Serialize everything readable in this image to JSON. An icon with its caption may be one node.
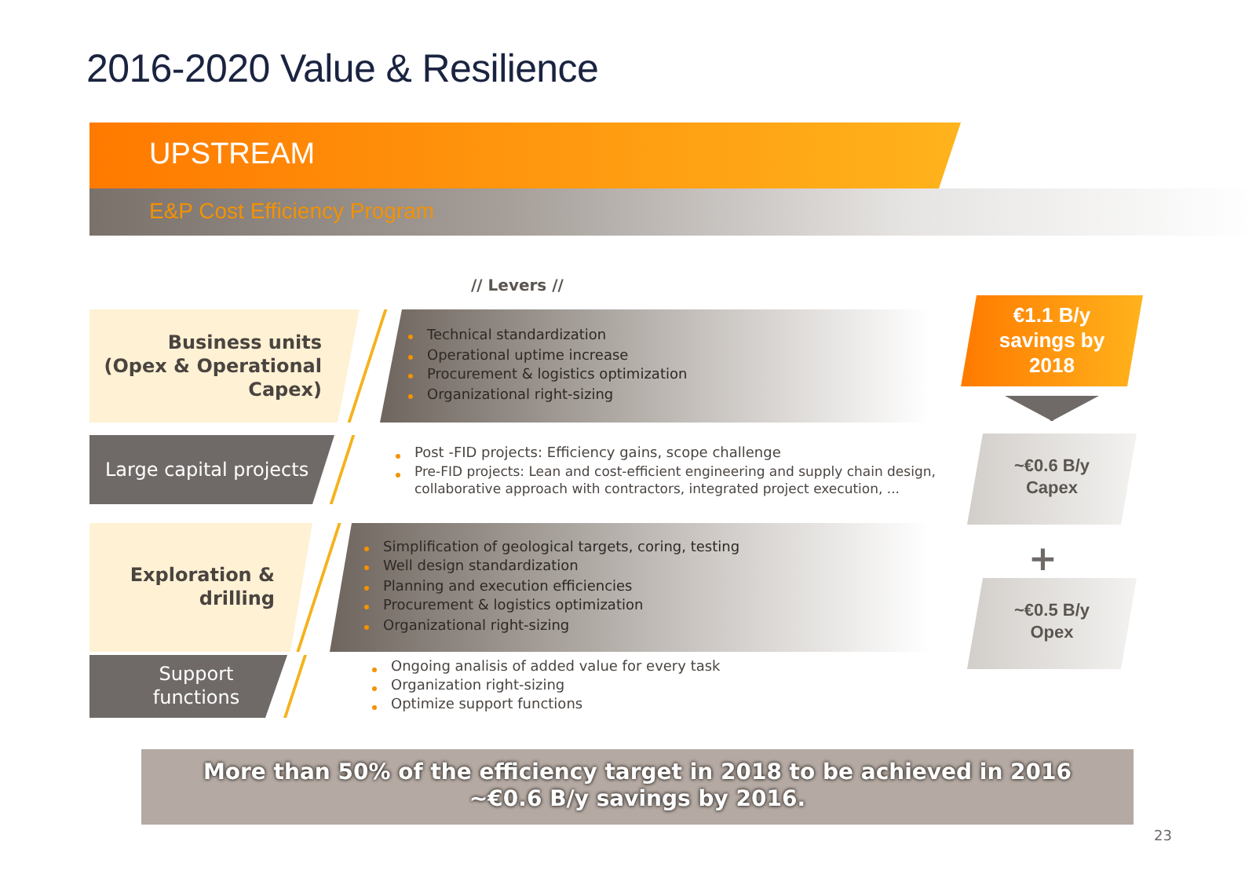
{
  "diagram": {
    "title": "2016-2020 Value & Resilience",
    "nodes": [
      {
        "text": [
          "UPSTREAM"
        ]
      },
      {
        "text": [
          "E&P Cost Efficiency Program"
        ]
      },
      {
        "text": [
          "Business units (Opex & Operational Capex)"
        ]
      },
      {
        "text": [
          "Technical standardization",
          "Operational uptime increase",
          "Procurement & logistics optimization",
          "Organizational right-sizing"
        ]
      },
      {
        "text": [
          "Large capital projects"
        ]
      },
      {
        "text": [
          "Exploration & drilling"
        ]
      },
      {
        "text": [
          "Simplification of geological targets, coring, testing",
          "Well design standardization",
          "Planning and execution efficiencies",
          "Procurement & logistics optimization",
          "Organizational right-sizing"
        ]
      },
      {
        "text": [
          "Support functions"
        ]
      },
      {
        "text": [
          "€1.1 B/y savings by 2018"
        ]
      },
      {
        "text": [
          "~€0.6 B/y Capex"
        ]
      },
      {
        "text": [
          "~€0.5 B/y Opex"
        ]
      },
      {
        "text": [
          "More than 50% of the efficiency target in 2018 to be achieved in 2016",
          "~€0.6 B/y savings by 2016."
        ]
      }
    ],
    "edges": [
      {
        "from": 8,
        "to": 9,
        "arrow": "to"
      }
    ],
    "labels": [
      "// Levers //",
      "Post -FID projects: Efficiency gains, scope challenge",
      "Pre-FID projects: Lean and cost-efficient engineering and supply chain design, collaborative approach with contractors, integrated project execution, ...",
      "+",
      "Ongoing analisis of added value for every task",
      "Organization right-sizing",
      "Optimize support functions",
      "23"
    ]
  }
}
